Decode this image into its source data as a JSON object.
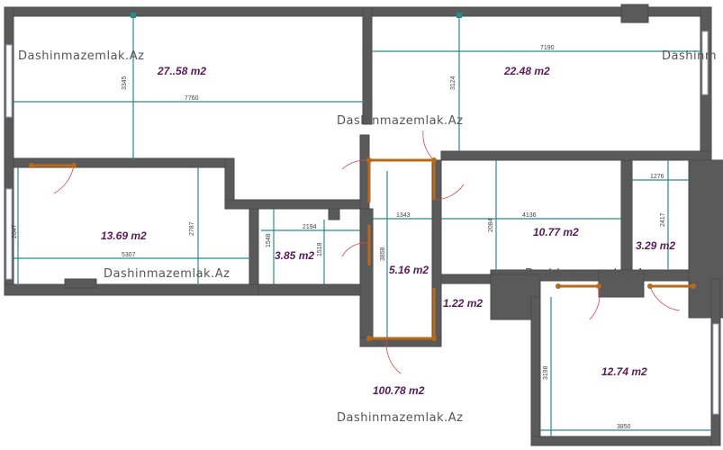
{
  "rooms": [
    {
      "id": "r1",
      "area": "27..58 m2"
    },
    {
      "id": "r2",
      "area": "22.48 m2"
    },
    {
      "id": "r3",
      "area": "13.69 m2"
    },
    {
      "id": "r4",
      "area": "3.85 m2"
    },
    {
      "id": "r5",
      "area": "5.16 m2"
    },
    {
      "id": "r6",
      "area": "10.77 m2"
    },
    {
      "id": "r7",
      "area": "3.29 m2"
    },
    {
      "id": "r8",
      "area": "1.22 m2"
    },
    {
      "id": "r9",
      "area": "12.74 m2"
    },
    {
      "id": "total",
      "area": "100.78 m2"
    }
  ],
  "dimensions": {
    "d7760": "7760",
    "d3345": "3345",
    "d7190": "7190",
    "d3124": "3124",
    "d5307": "5307",
    "d2647": "2647",
    "d2787": "2787",
    "d2194": "2194",
    "d1548": "1548",
    "d1518": "1518",
    "d1343": "1343",
    "d3858": "3858",
    "d4136": "4136",
    "d2084": "2084",
    "d1276": "1276",
    "d2417": "2417",
    "d3198": "3198",
    "d3850": "3850"
  },
  "watermarks": {
    "w1": "Dashinmazemlak.Az",
    "w2": "Dashinm",
    "w3": "Dashinmazemlak.Az",
    "w4": "Dashinmazemlak.Az",
    "w5": "Dashinmazemlak.Az",
    "w6": "Dashinmazemlak.Az"
  },
  "colors": {
    "wall": "#5a5a5a",
    "dimension": "#2a8a8a",
    "door": "#b86a1a",
    "area_text": "#5a1a5a"
  }
}
